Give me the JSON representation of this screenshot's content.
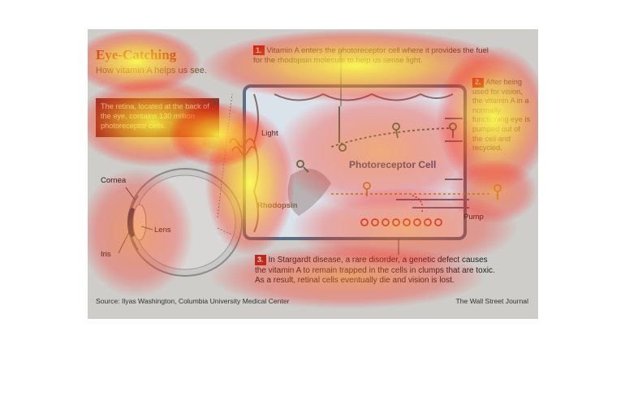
{
  "figure": {
    "title": "Eye-Catching",
    "subtitle": "How vitamin A helps us see.",
    "retina_note": "The retina, located at the back of the eye, contains 130 million photoreceptor cells.",
    "steps": [
      {
        "number": "1.",
        "text": "Vitamin A enters the photoreceptor cell where it provides the fuel for the rhodopsin molecule to help us sense light."
      },
      {
        "number": "2.",
        "text": "After being used for vision, the vitamin A in a normally functioning eye is pumped out of the cell and recycled."
      },
      {
        "number": "3.",
        "text": "In Stargardt disease, a rare disorder, a genetic defect causes the vitamin A to remain trapped in the cells in clumps that are toxic. As a result, retinal cells eventually die and vision is lost."
      }
    ],
    "labels": {
      "cornea": "Cornea",
      "lens": "Lens",
      "iris": "Iris",
      "light": "Light",
      "rhodopsin": "Rhodopsin",
      "photoreceptor_cell": "Photoreceptor Cell",
      "pump": "Pump"
    },
    "source": "Source: Ilyas Washington, Columbia University Medical Center",
    "credit": "The Wall Street Journal"
  },
  "colors": {
    "accent_red": "#b52a1c",
    "cell_blue": "#2a5a8a",
    "molecule_green": "#2e7a4a",
    "molecule_gold": "#b89a2a",
    "clump_red": "#c0392b"
  }
}
